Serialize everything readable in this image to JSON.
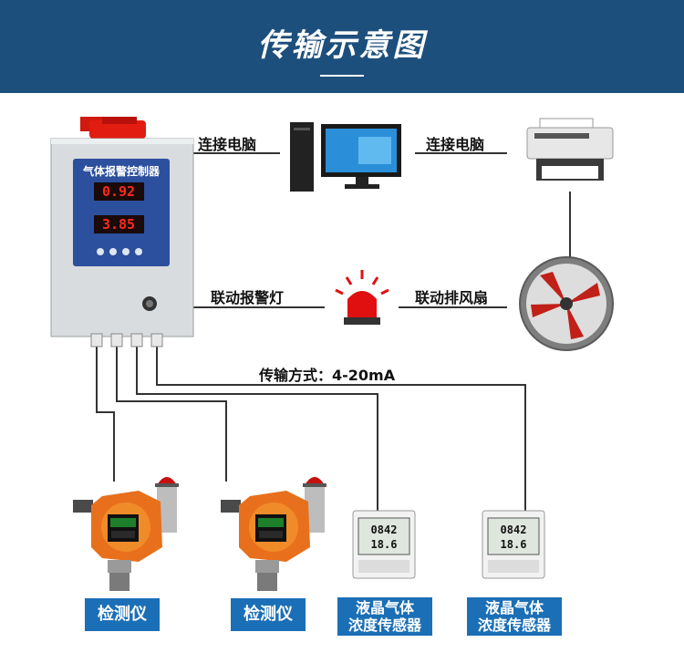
{
  "header": {
    "title": "传输示意图"
  },
  "labels": {
    "connect_pc_left": "连接电脑",
    "connect_pc_right": "连接电脑",
    "linked_alarm_light": "联动报警灯",
    "linked_exhaust_fan": "联动排风扇",
    "transmission": "传输方式：4-20mA"
  },
  "controller": {
    "title": "气体报警控制器",
    "display1": "0.92",
    "display2": "3.85"
  },
  "detectors": [
    {
      "label": "检测仪"
    },
    {
      "label": "检测仪"
    }
  ],
  "lcd_sensors": [
    {
      "line1": "液晶气体",
      "line2": "浓度传感器",
      "reading_top": "0842",
      "reading_bottom": "18.6"
    },
    {
      "line1": "液晶气体",
      "line2": "浓度传感器",
      "reading_top": "0842",
      "reading_bottom": "18.6"
    }
  ],
  "colors": {
    "banner": "#1d4f7c",
    "badge": "#1b6fb6",
    "controller_panel": "#2c4f9e",
    "led": "#ff2a1a",
    "detector_orange": "#e8701c",
    "alarm_red": "#e01010"
  }
}
